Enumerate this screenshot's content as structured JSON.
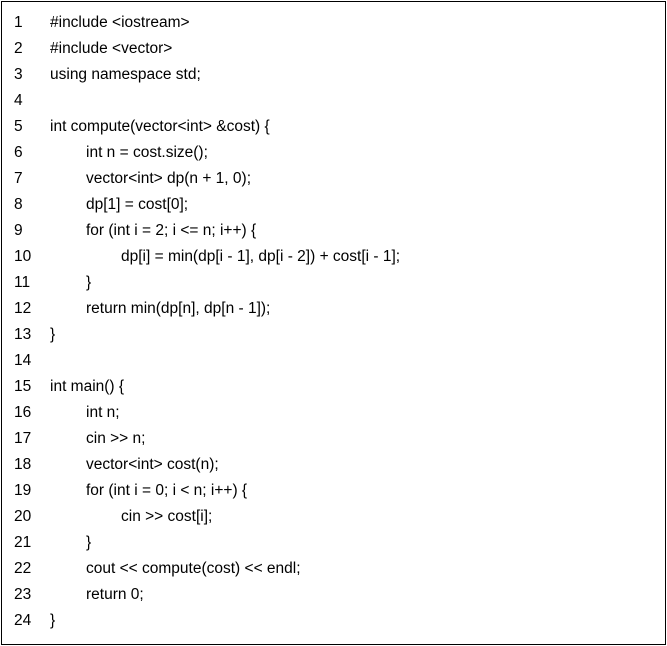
{
  "code_lines": [
    {
      "num": "1",
      "text": "#include <iostream>"
    },
    {
      "num": "2",
      "text": "#include <vector>"
    },
    {
      "num": "3",
      "text": "using namespace std;"
    },
    {
      "num": "4",
      "text": ""
    },
    {
      "num": "5",
      "text": "int compute(vector<int> &cost) {"
    },
    {
      "num": "6",
      "text": "int n = cost.size();"
    },
    {
      "num": "7",
      "text": "vector<int> dp(n + 1, 0);"
    },
    {
      "num": "8",
      "text": "dp[1] = cost[0];"
    },
    {
      "num": "9",
      "text": "for (int i = 2; i <= n; i++) {"
    },
    {
      "num": "10",
      "text": "dp[i] = min(dp[i - 1], dp[i - 2]) + cost[i - 1];"
    },
    {
      "num": "11",
      "text": "}"
    },
    {
      "num": "12",
      "text": "return min(dp[n], dp[n - 1]);"
    },
    {
      "num": "13",
      "text": "}"
    },
    {
      "num": "14",
      "text": ""
    },
    {
      "num": "15",
      "text": "int main() {"
    },
    {
      "num": "16",
      "text": "int n;"
    },
    {
      "num": "17",
      "text": "cin >> n;"
    },
    {
      "num": "18",
      "text": "vector<int> cost(n);"
    },
    {
      "num": "19",
      "text": "for (int i = 0; i < n; i++) {"
    },
    {
      "num": "20",
      "text": "cin >> cost[i];"
    },
    {
      "num": "21",
      "text": "}"
    },
    {
      "num": "22",
      "text": "cout << compute(cost) << endl;"
    },
    {
      "num": "23",
      "text": "return 0;"
    },
    {
      "num": "24",
      "text": "}"
    }
  ]
}
